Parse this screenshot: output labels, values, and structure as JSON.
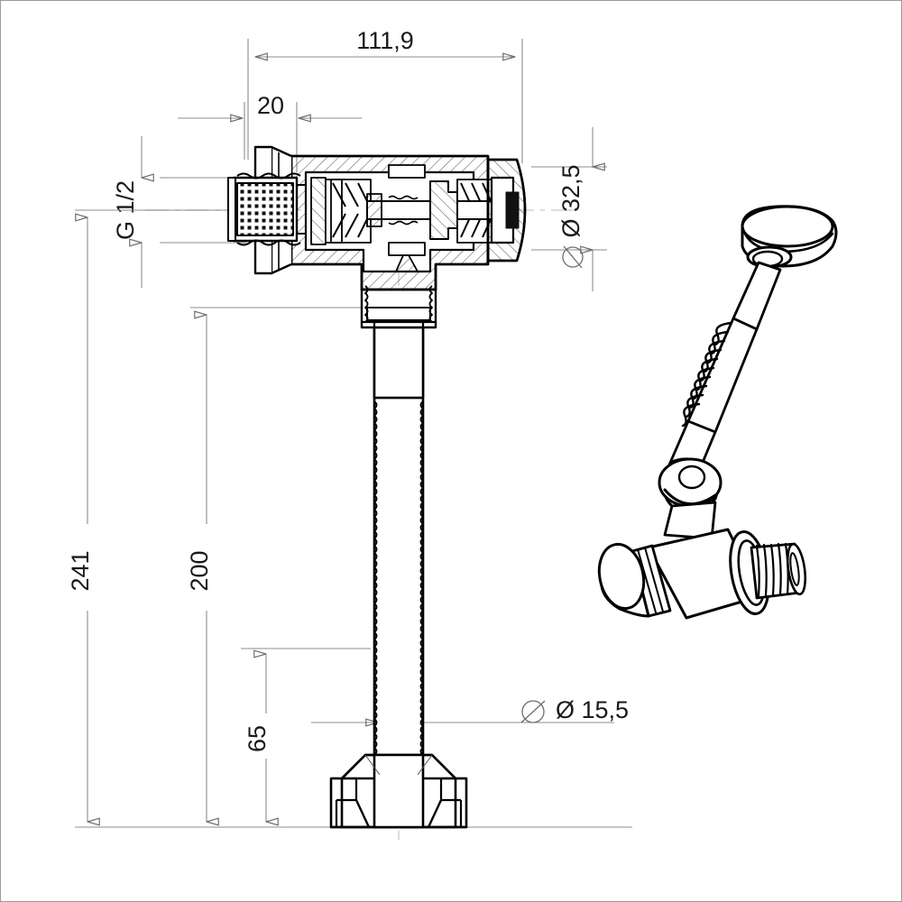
{
  "drawing": {
    "type": "technical-cad-drawing",
    "subject": "flush valve with push button actuator",
    "background_color": "#ffffff",
    "line_color": "#000000",
    "dimension_line_color": "#808080",
    "text_color": "#1a1a1a",
    "centerline_color": "#d8d2c8"
  },
  "dimensions": {
    "overall_width": {
      "label": "111,9",
      "orientation": "horizontal",
      "position": "top"
    },
    "inlet_length": {
      "label": "20",
      "orientation": "horizontal",
      "position": "top-left"
    },
    "thread_spec": {
      "label": "G 1/2",
      "orientation": "vertical-rotated",
      "position": "left-of-inlet"
    },
    "cap_diameter": {
      "label": "Ø 32,5",
      "orientation": "vertical-rotated",
      "position": "right-of-body"
    },
    "total_height": {
      "label": "241",
      "orientation": "vertical-rotated",
      "position": "far-left"
    },
    "pipe_height": {
      "label": "200",
      "orientation": "vertical-rotated",
      "position": "left-mid"
    },
    "lower_height": {
      "label": "65",
      "orientation": "vertical-rotated",
      "position": "left-inner"
    },
    "pipe_diameter": {
      "label": "Ø 15,5",
      "orientation": "horizontal",
      "position": "lower-right"
    }
  },
  "parts": {
    "inlet_strainer": "inlet-strainer-mesh",
    "valve_body": "valve-body-section",
    "end_cap": "end-cap",
    "vertical_pipe": "threaded-vertical-pipe",
    "base_flange": "base-flange",
    "push_button": "push-button-head",
    "flex_hose": "flexible-hose",
    "elbow_joint": "elbow-joint",
    "connector": "threaded-connector"
  }
}
